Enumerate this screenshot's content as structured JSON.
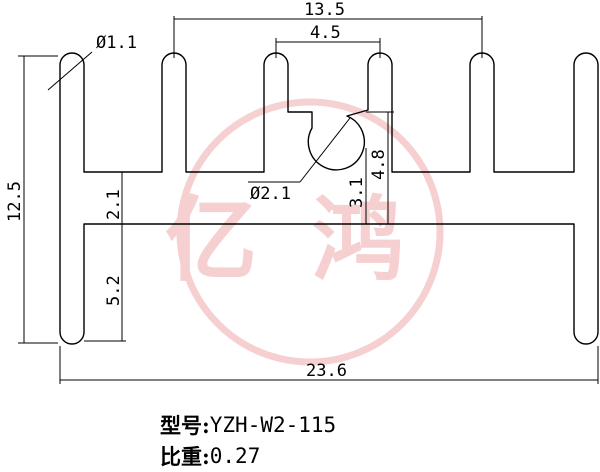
{
  "dimensions": {
    "width_top": "13.5",
    "slot_width": "4.5",
    "hole_small": "Ø1.1",
    "height_total": "12.5",
    "web_thickness": "2.1",
    "hole_large": "Ø2.1",
    "depth_a": "3.1",
    "depth_b": "4.8",
    "lower_height": "5.2",
    "width_total": "23.6"
  },
  "watermark": {
    "text_a": "亿",
    "text_b": "鸿",
    "color": "#e05a5a"
  },
  "caption": {
    "model_label": "型号:",
    "model_value": "YZH-W2-115",
    "weight_label": "比重:",
    "weight_value": "0.27"
  },
  "colors": {
    "line": "#000000",
    "background": "#ffffff"
  }
}
